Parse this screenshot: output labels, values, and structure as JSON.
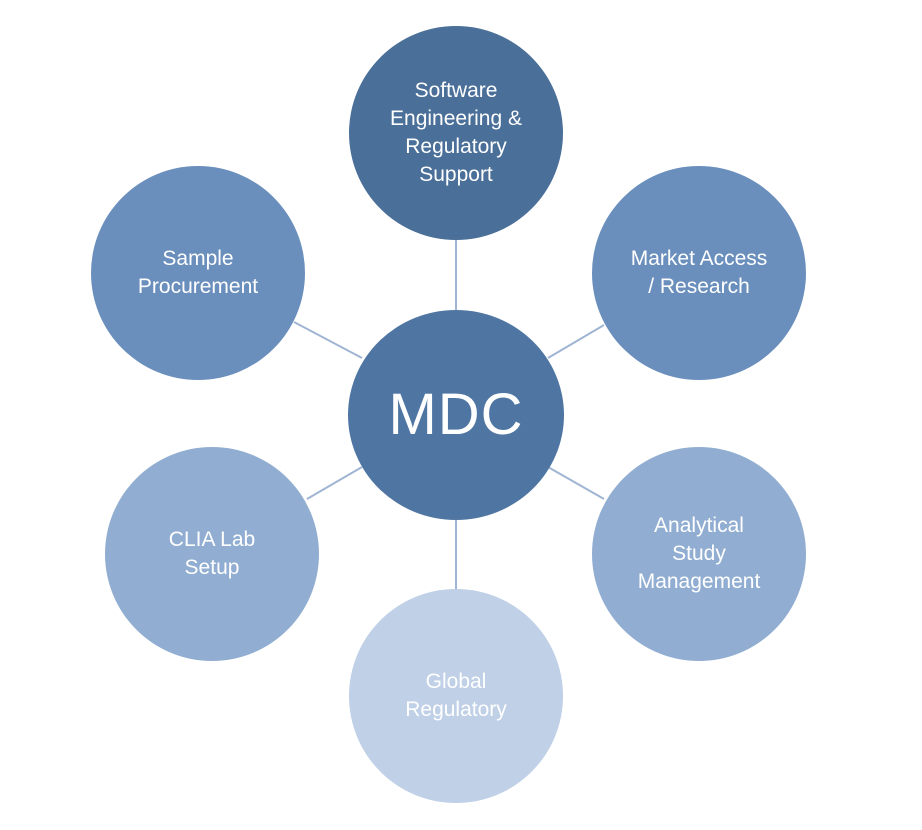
{
  "diagram": {
    "center": {
      "label": "MDC",
      "color": "#4f76a3"
    },
    "nodes": [
      {
        "id": "top",
        "label": "Software\nEngineering &\nRegulatory\nSupport",
        "color": "#4a6f99"
      },
      {
        "id": "top-right",
        "label": "Market Access\n/ Research",
        "color": "#6a8fbd"
      },
      {
        "id": "bottom-right",
        "label": "Analytical\nStudy\nManagement",
        "color": "#91aed2"
      },
      {
        "id": "bottom",
        "label": "Global\nRegulatory",
        "color": "#bfd0e7"
      },
      {
        "id": "bottom-left",
        "label": "CLIA Lab\nSetup",
        "color": "#91aed2"
      },
      {
        "id": "top-left",
        "label": "Sample\nProcurement",
        "color": "#6a8fbd"
      }
    ],
    "connector_color": "#9fb5d3"
  }
}
